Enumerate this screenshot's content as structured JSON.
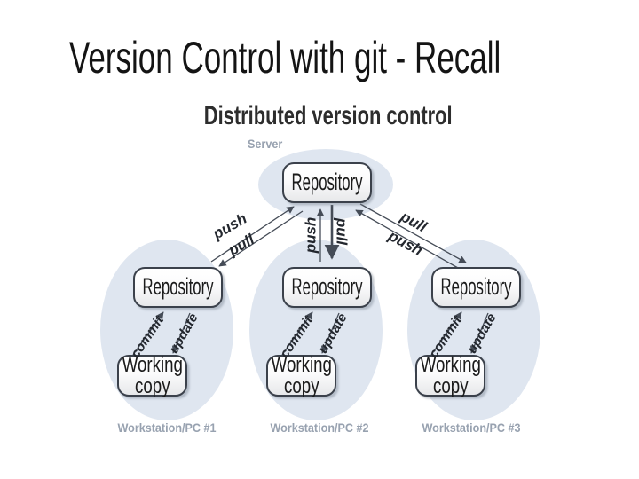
{
  "slide": {
    "title": "Version Control with git - Recall"
  },
  "diagram": {
    "heading": "Distributed version control",
    "server": {
      "zone_label": "Server",
      "repository_label": "Repository"
    },
    "left_arrows": {
      "push_label": "push",
      "pull_label": "pull"
    },
    "center_arrows": {
      "push_label": "push",
      "pull_label": "pull"
    },
    "right_arrows": {
      "pull_label": "pull",
      "push_label": "push"
    },
    "workstations": [
      {
        "zone_label": "Workstation/PC #1",
        "repository_label": "Repository",
        "working_copy_label": "Working copy",
        "commit_label": "commit",
        "update_label": "update"
      },
      {
        "zone_label": "Workstation/PC #2",
        "repository_label": "Repository",
        "working_copy_label": "Working copy",
        "commit_label": "commit",
        "update_label": "update"
      },
      {
        "zone_label": "Workstation/PC #3",
        "repository_label": "Repository",
        "working_copy_label": "Working copy",
        "commit_label": "commit",
        "update_label": "update"
      }
    ],
    "colors": {
      "zone_fill": "#dfe6f0",
      "zone_label_text": "#98a2b0",
      "node_border": "#3b414b",
      "arrow": "#454c57",
      "heading_text": "#2d2d2d",
      "title_text": "#141414"
    }
  }
}
